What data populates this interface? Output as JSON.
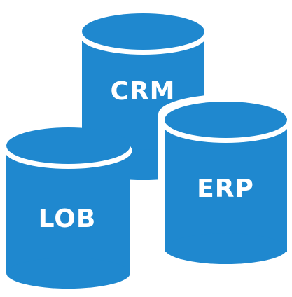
{
  "colors": {
    "cylinder_fill": "#1f88cf",
    "rim": "#ffffff",
    "background": "#ffffff",
    "label": "#ffffff"
  },
  "databases": [
    {
      "label": "CRM",
      "icon": "database-cylinder-icon"
    },
    {
      "label": "ERP",
      "icon": "database-cylinder-icon"
    },
    {
      "label": "LOB",
      "icon": "database-cylinder-icon"
    }
  ]
}
